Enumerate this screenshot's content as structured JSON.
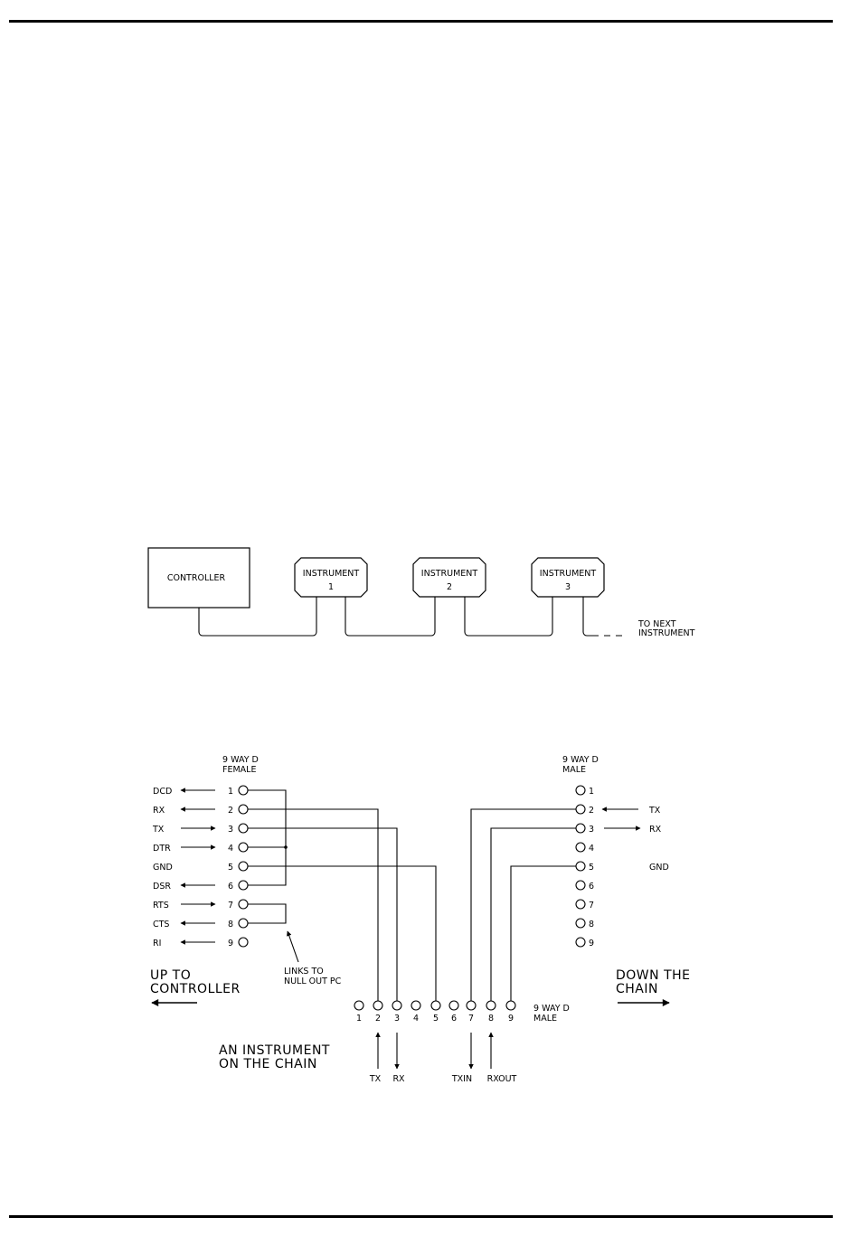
{
  "diagram1": {
    "controller_label": "CONTROLLER",
    "instruments": [
      {
        "line1": "INSTRUMENT",
        "line2": "1"
      },
      {
        "line1": "INSTRUMENT",
        "line2": "2"
      },
      {
        "line1": "INSTRUMENT",
        "line2": "3"
      }
    ],
    "next_label": [
      "TO NEXT",
      "INSTRUMENT"
    ]
  },
  "diagram2": {
    "female": {
      "title": [
        "9 WAY D",
        "FEMALE"
      ],
      "signals": [
        {
          "name": "DCD",
          "pin": "1",
          "dir": "out"
        },
        {
          "name": "RX",
          "pin": "2",
          "dir": "out"
        },
        {
          "name": "TX",
          "pin": "3",
          "dir": "in"
        },
        {
          "name": "DTR",
          "pin": "4",
          "dir": "in"
        },
        {
          "name": "GND",
          "pin": "5",
          "dir": "none"
        },
        {
          "name": "DSR",
          "pin": "6",
          "dir": "out"
        },
        {
          "name": "RTS",
          "pin": "7",
          "dir": "in"
        },
        {
          "name": "CTS",
          "pin": "8",
          "dir": "out"
        },
        {
          "name": "RI",
          "pin": "9",
          "dir": "out"
        }
      ]
    },
    "male_right": {
      "title": [
        "9 WAY D",
        "MALE"
      ],
      "pins": [
        "1",
        "2",
        "3",
        "4",
        "5",
        "6",
        "7",
        "8",
        "9"
      ],
      "signals": [
        {
          "pin": "2",
          "name": "TX",
          "dir": "in"
        },
        {
          "pin": "3",
          "name": "RX",
          "dir": "out"
        },
        {
          "pin": "5",
          "name": "GND",
          "dir": "none"
        }
      ]
    },
    "instrument_connector": {
      "title": [
        "9 WAY D",
        "MALE"
      ],
      "pins": [
        "1",
        "2",
        "3",
        "4",
        "5",
        "6",
        "7",
        "8",
        "9"
      ],
      "signals": [
        {
          "pin": "2",
          "name": "TX",
          "dir": "up"
        },
        {
          "pin": "3",
          "name": "RX",
          "dir": "down"
        },
        {
          "pin": "7",
          "name": "TXIN",
          "dir": "down"
        },
        {
          "pin": "8",
          "name": "RXOUT",
          "dir": "up"
        }
      ]
    },
    "links_label": [
      "LINKS TO",
      "NULL OUT PC"
    ],
    "up_label": [
      "UP TO",
      "CONTROLLER"
    ],
    "down_label": [
      "DOWN THE",
      "CHAIN"
    ],
    "instrument_label": [
      "AN INSTRUMENT",
      "ON THE CHAIN"
    ]
  }
}
